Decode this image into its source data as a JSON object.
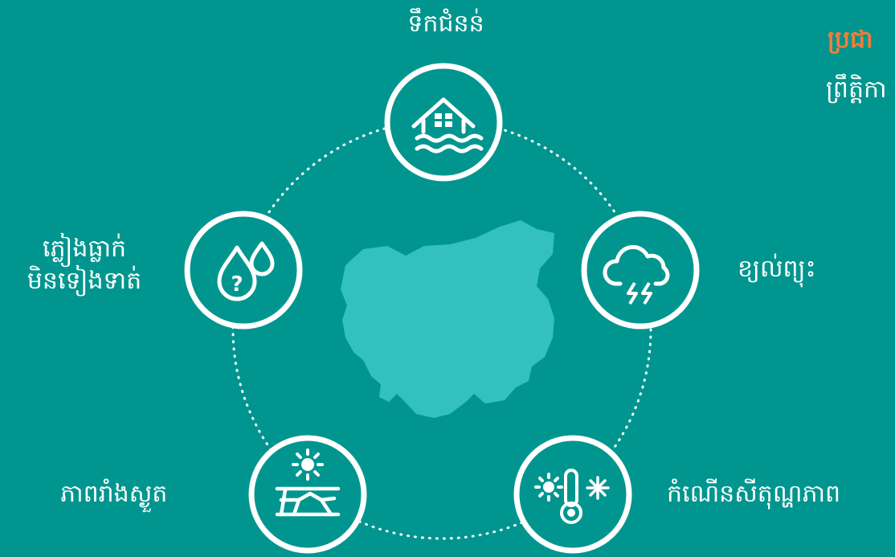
{
  "colors": {
    "background": "#00968F",
    "map": "#33C1BF",
    "accent_heading": "#F07E3A",
    "icon": "#ffffff"
  },
  "hazards": {
    "flood": {
      "label": "ទឹកជំនន់",
      "icon": "flooded-house-icon"
    },
    "storm": {
      "label": "ខ្យល់ព្យុះ",
      "icon": "storm-cloud-icon"
    },
    "heat": {
      "label": "កំណើនសីតុណ្ហភាព",
      "icon": "temperature-icon"
    },
    "drought": {
      "label": "ភាពរាំងស្ងួត",
      "icon": "drought-icon"
    },
    "rain": {
      "label_line1": "ភ្លៀងធ្លាក់",
      "label_line2": "មិនទៀងទាត់",
      "icon": "irregular-rain-icon"
    }
  },
  "center": {
    "icon": "cambodia-map"
  },
  "side_panel": {
    "heading": "ប្រជា",
    "subtext": "ព្រឹត្តិកា"
  }
}
